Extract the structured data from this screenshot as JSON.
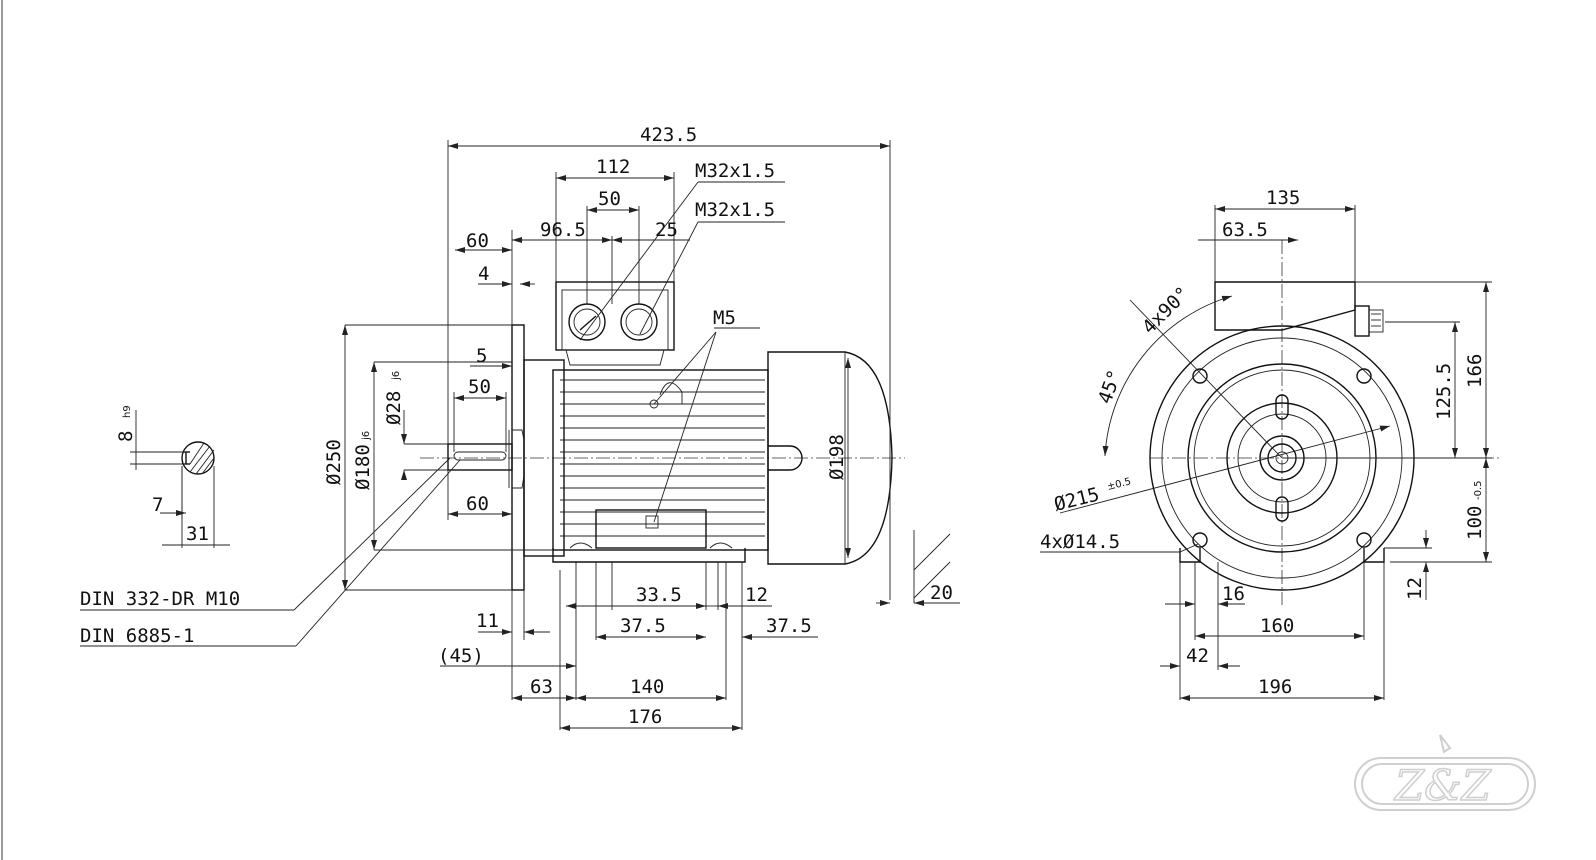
{
  "side_view": {
    "overall_length": "423.5",
    "terminal_box_width": "112",
    "gland_spacing": "50",
    "gland_offset": "25",
    "terminal_box_offset": "96.5",
    "flange_to_box": "60",
    "flange_spigot": "4",
    "shaft_key_offset": "5",
    "key_length": "50",
    "shaft_length": "60",
    "flange_thickness": "11",
    "flange_to_foot": "(45)",
    "shaft_to_foot_hole": "63",
    "foot_hole_spacing": "140",
    "foot_length": "176",
    "foot_pad_a": "33.5",
    "foot_pad_b": "12",
    "foot_pad_c": "37.5",
    "foot_pad_d": "37.5",
    "fan_cover_gap": "20",
    "gland_thread_1": "M32x1.5",
    "gland_thread_2": "M32x1.5",
    "earth_label": "M5",
    "flange_dia": "Ø250",
    "spigot_dia": "Ø180",
    "spigot_tol": "j6",
    "shaft_dia": "Ø28",
    "shaft_tol": "j6",
    "frame_dia": "Ø198",
    "note_1": "DIN 332-DR M10",
    "note_2": "DIN 6885-1"
  },
  "shaft_section": {
    "key_width": "8",
    "key_tol": "h9",
    "key_depth": "7",
    "shaft_height": "31"
  },
  "end_view": {
    "box_width": "135",
    "box_offset": "63.5",
    "angle_1": "4x90°",
    "angle_2": "45°",
    "pcd": "Ø215",
    "pcd_tol": "±0.5",
    "flange_holes": "4xØ14.5",
    "box_height": "125.5",
    "total_height": "166",
    "shaft_height": "100",
    "shaft_height_tol": "-0.5",
    "foot_thickness": "12",
    "foot_slot": "16",
    "foot_hole_spacing": "160",
    "foot_edge": "42",
    "foot_width": "196"
  },
  "logo": {
    "text": "Z&Z"
  },
  "colors": {
    "line": "#111111",
    "logo": "#cfcfcf",
    "background": "#ffffff"
  }
}
